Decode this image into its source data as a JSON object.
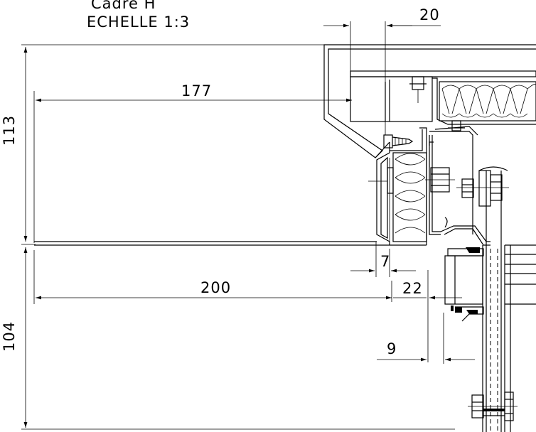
{
  "title": {
    "line1": "Cadre H",
    "line2": "ECHELLE 1:3"
  },
  "dimensions": {
    "d20": "20",
    "d177": "177",
    "d113": "113",
    "d104": "104",
    "d200": "200",
    "d7": "7",
    "d22": "22",
    "d9": "9"
  },
  "colors": {
    "line": "#000000",
    "background": "#ffffff"
  }
}
